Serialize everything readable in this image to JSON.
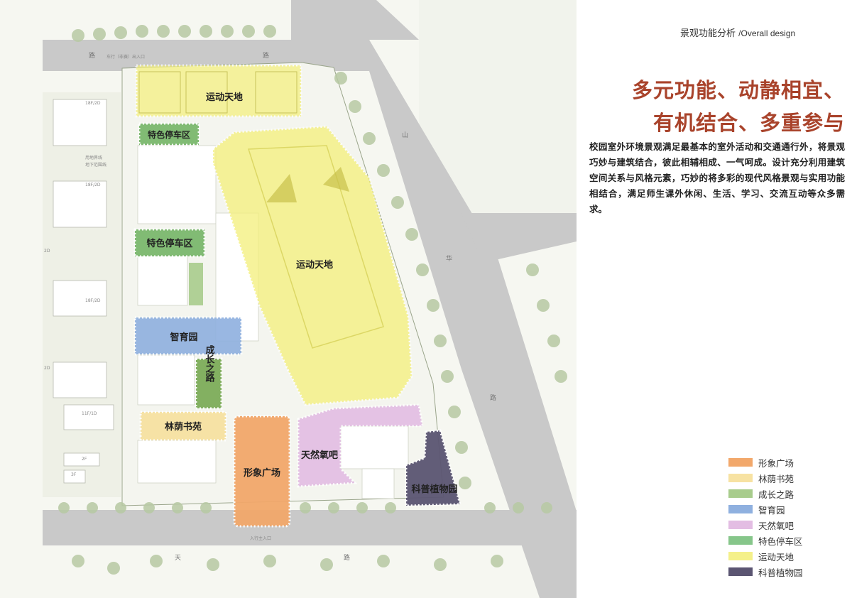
{
  "header": {
    "title_cn": "景观功能分析",
    "title_en": "/Overall design"
  },
  "headline": {
    "line1": "多元功能、动静相宜、",
    "line2": "有机结合、多重参与"
  },
  "description": "校园室外环境景观满足最基本的室外活动和交通通行外，将景观巧妙与建筑结合，彼此相辅相成、一气呵成。设计充分利用建筑空间关系与风格元素，巧妙的将多彩的现代风格景观与实用功能相结合，满足师生课外休闲、生活、学习、交流互动等众多需求。",
  "map_labels": {
    "sports_north": "运动天地",
    "parking_1": "特色停车区",
    "parking_2": "特色停车区",
    "sports_field": "运动天地",
    "wisdom_garden": "智育园",
    "growth_path": "成长之路",
    "forest_study": "林荫书苑",
    "image_plaza": "形象广场",
    "oxygen_bar": "天然氧吧",
    "botanical_garden": "科普植物园"
  },
  "road_labels": {
    "north_1": "路",
    "north_2": "路",
    "east_1": "华",
    "east_2": "路",
    "south_1": "天",
    "south_2": "路",
    "east_top": "山"
  },
  "small_labels": {
    "gate_top": "车行（非赛）出入口",
    "gate_bottom": "入行主入口",
    "building_18f_1": "18F/2D",
    "building_18f_2": "18F/2D",
    "building_18f_3": "18F/2D",
    "building_11f": "11F/1D",
    "building_2f": "2F",
    "building_3f": "3F",
    "building_2d": "2D",
    "building_2d_b": "2D",
    "note_1": "用地界线",
    "note_2": "地下范围线"
  },
  "legend": [
    {
      "label": "形象广场",
      "color": "#f2a86b"
    },
    {
      "label": "林荫书苑",
      "color": "#f7e2a2"
    },
    {
      "label": "成长之路",
      "color": "#a8cc8c"
    },
    {
      "label": "智育园",
      "color": "#8fb0df"
    },
    {
      "label": "天然氧吧",
      "color": "#e3bde3"
    },
    {
      "label": "特色停车区",
      "color": "#86c68a"
    },
    {
      "label": "运动天地",
      "color": "#f4f08a"
    },
    {
      "label": "科普植物园",
      "color": "#5b5572"
    }
  ],
  "colors": {
    "headline": "#a9432b",
    "road": "#c6c6c6",
    "image_plaza": "#f2a86b",
    "forest_study": "#f7e2a2",
    "growth_path": "#7dad5a",
    "wisdom_garden": "#8fb0df",
    "oxygen_bar": "#e3bde3",
    "parking": "#75b567",
    "sports": "#f4f07a",
    "botanical_garden": "#5b5572"
  }
}
